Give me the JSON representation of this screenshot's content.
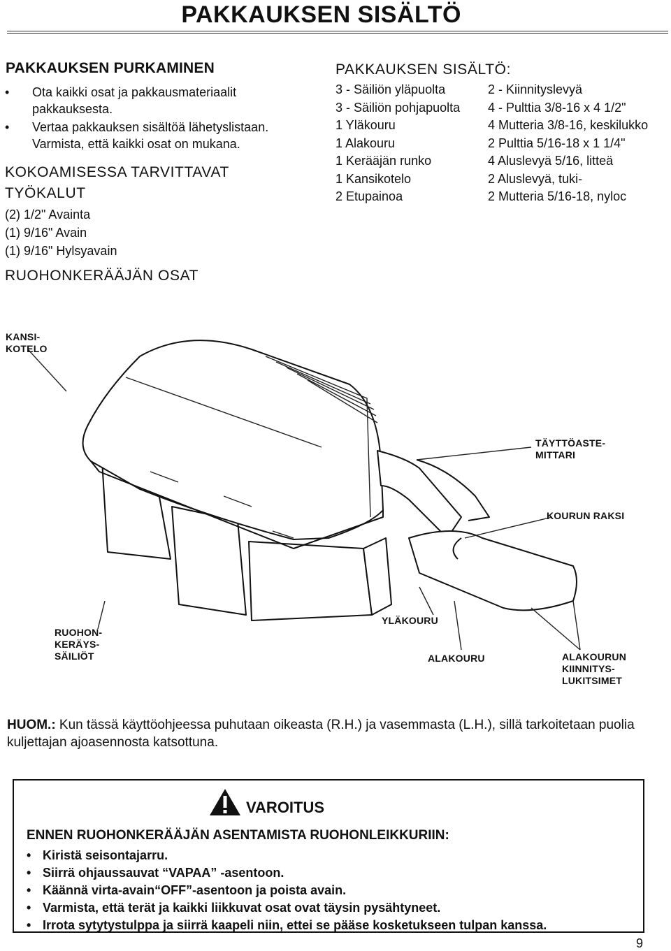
{
  "page_title": "PAKKAUKSEN SISÄLTÖ",
  "unpacking": {
    "heading": "PAKKAUKSEN PURKAMINEN",
    "items": [
      "Ota kaikki osat ja pakkausmateriaalit pakkauksesta.",
      "Vertaa pakkauksen sisältöä lähetyslistaan. Varmista, että kaikki osat on mukana."
    ]
  },
  "tools": {
    "heading_line1": "KOKOAMISESSA TARVITTAVAT",
    "heading_line2": "TYÖKALUT",
    "items": [
      "(2) 1/2\" Avainta",
      "(1) 9/16\" Avain",
      "(1) 9/16\" Hylsyavain"
    ]
  },
  "parts_heading": "RUOHONKERÄÄJÄN OSAT",
  "contents": {
    "heading": "PAKKAUKSEN SISÄLTÖ:",
    "left": [
      "3 - Säiliön yläpuolta",
      "3 - Säiliön pohjapuolta",
      "1 Yläkouru",
      "1 Alakouru",
      "1 Kerääjän runko",
      "1 Kansikotelo",
      "2 Etupainoa"
    ],
    "right": [
      "2 - Kiinnityslevyä",
      "4 - Pulttia 3/8-16 x 4 1/2\"",
      "4 Mutteria 3/8-16, keskilukko",
      "2 Pulttia 5/16-18 x 1 1/4\"",
      "4 Aluslevyä 5/16, litteä",
      "2 Aluslevyä, tuki-",
      "2 Mutteria 5/16-18, nyloc"
    ]
  },
  "callouts": {
    "kansikotelo_1": "KANSI-",
    "kansikotelo_2": "KOTELO",
    "mittari_1": "TÄYTTÖASTE-",
    "mittari_2": "MITTARI",
    "raksi": "KOURUN RAKSI",
    "sailiot_1": "RUOHON-",
    "sailiot_2": "KERÄYS-",
    "sailiot_3": "SÄILIÖT",
    "ylakouru": "YLÄKOURU",
    "alakouru": "ALAKOURU",
    "lukitsimet_1": "ALAKOURUN",
    "lukitsimet_2": "KIINNITYS-",
    "lukitsimet_3": "LUKITSIMET"
  },
  "note": {
    "label": "HUOM.:",
    "text": " Kun tässä käyttöohjeessa puhutaan oikeasta (R.H.) ja vasemmasta (L.H.), sillä tarkoitetaan puolia kuljettajan ajoasennosta katsottuna."
  },
  "warning": {
    "title": "VAROITUS",
    "heading": "ENNEN RUOHONKERÄÄJÄN ASENTAMISTA RUOHONLEIKKURIIN:",
    "items": [
      "Kiristä seisontajarru.",
      "Siirrä ohjaussauvat “VAPAA” -asentoon.",
      "Käännä virta-avain“OFF”-asentoon ja poista avain.",
      "Varmista, että terät ja kaikki liikkuvat osat ovat täysin pysähtyneet.",
      "Irrota sytytystulppa ja siirrä kaapeli niin, ettei se pääse kosketukseen tulpan kanssa."
    ]
  },
  "page_number": "9"
}
